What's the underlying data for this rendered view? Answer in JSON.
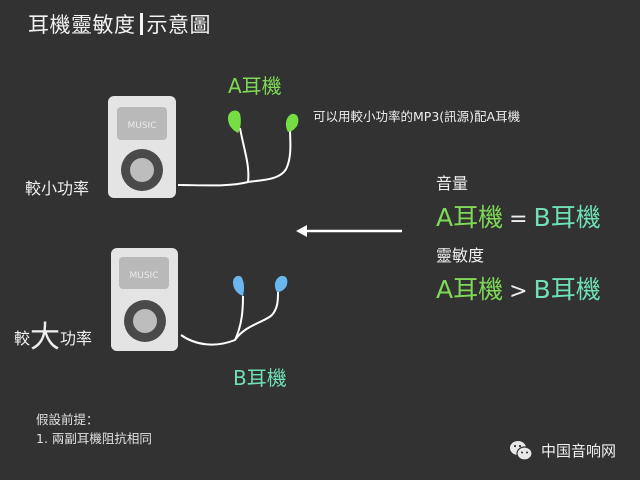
{
  "title": {
    "left": "耳機靈敏度",
    "right": "示意圖"
  },
  "top_device": {
    "screen_label": "MUSIC",
    "power_label": "較小功率",
    "earphone_label": "A耳機",
    "earphone_color": "#77dd44"
  },
  "bottom_device": {
    "screen_label": "MUSIC",
    "power_prefix": "較",
    "power_big": "大",
    "power_suffix": "功率",
    "earphone_label": "B耳機",
    "earphone_color": "#6ab7f0"
  },
  "note": "可以用較小功率的MP3(訊源)配A耳機",
  "comparison": {
    "volume_heading": "音量",
    "volume_left": "A耳機",
    "volume_op": "=",
    "volume_right": "B耳機",
    "sensitivity_heading": "靈敏度",
    "sensitivity_left": "A耳機",
    "sensitivity_op": ">",
    "sensitivity_right": "B耳機"
  },
  "arrow": {
    "direction": "left"
  },
  "assumption": {
    "heading": "假設前提：",
    "item_1": "1. 兩副耳機阻抗相同"
  },
  "brand": {
    "icon": "wechat-icon",
    "name": "中国音响网"
  },
  "colors": {
    "background": "#323232",
    "green_text": "#7ed957",
    "teal_text": "#6fe0b4"
  }
}
